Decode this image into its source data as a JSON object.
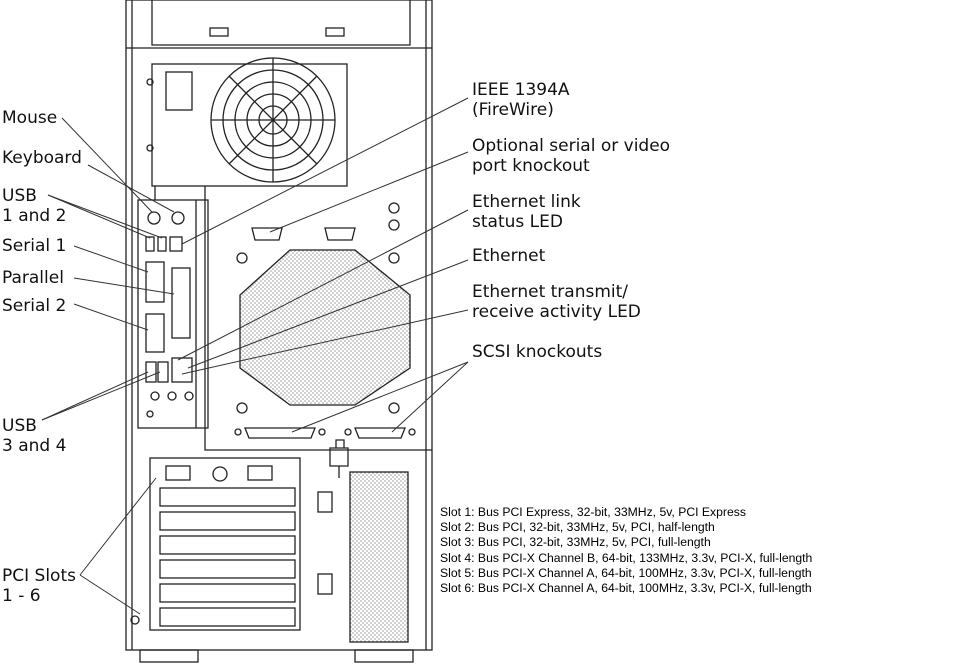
{
  "callouts": {
    "mouse": "Mouse",
    "keyboard": "Keyboard",
    "usb12_line1": "USB",
    "usb12_line2": "1 and 2",
    "serial1": "Serial 1",
    "parallel": "Parallel",
    "serial2": "Serial 2",
    "usb34_line1": "USB",
    "usb34_line2": "3 and 4",
    "pci_line1": "PCI Slots",
    "pci_line2": "1 - 6",
    "firewire_line1": "IEEE 1394A",
    "firewire_line2": "(FireWire)",
    "optional_line1": "Optional serial or video",
    "optional_line2": "port knockout",
    "link_led_line1": "Ethernet link",
    "link_led_line2": "status LED",
    "ethernet": "Ethernet",
    "activity_line1": "Ethernet transmit/",
    "activity_line2": "receive activity LED",
    "scsi": "SCSI knockouts"
  },
  "slot_list": [
    "Slot 1: Bus PCI Express, 32-bit, 33MHz, 5v, PCI Express",
    "Slot 2: Bus PCI, 32-bit, 33MHz, 5v, PCI, half-length",
    "Slot 3: Bus PCI, 32-bit, 33MHz, 5v, PCI, full-length",
    "Slot 4: Bus PCI-X Channel B, 64-bit, 133MHz, 3.3v, PCI-X, full-length",
    "Slot 5: Bus PCI-X Channel A, 64-bit, 100MHz, 3.3v, PCI-X, full-length",
    "Slot 6: Bus PCI-X Channel A, 64-bit, 100MHz, 3.3v, PCI-X, full-length"
  ]
}
